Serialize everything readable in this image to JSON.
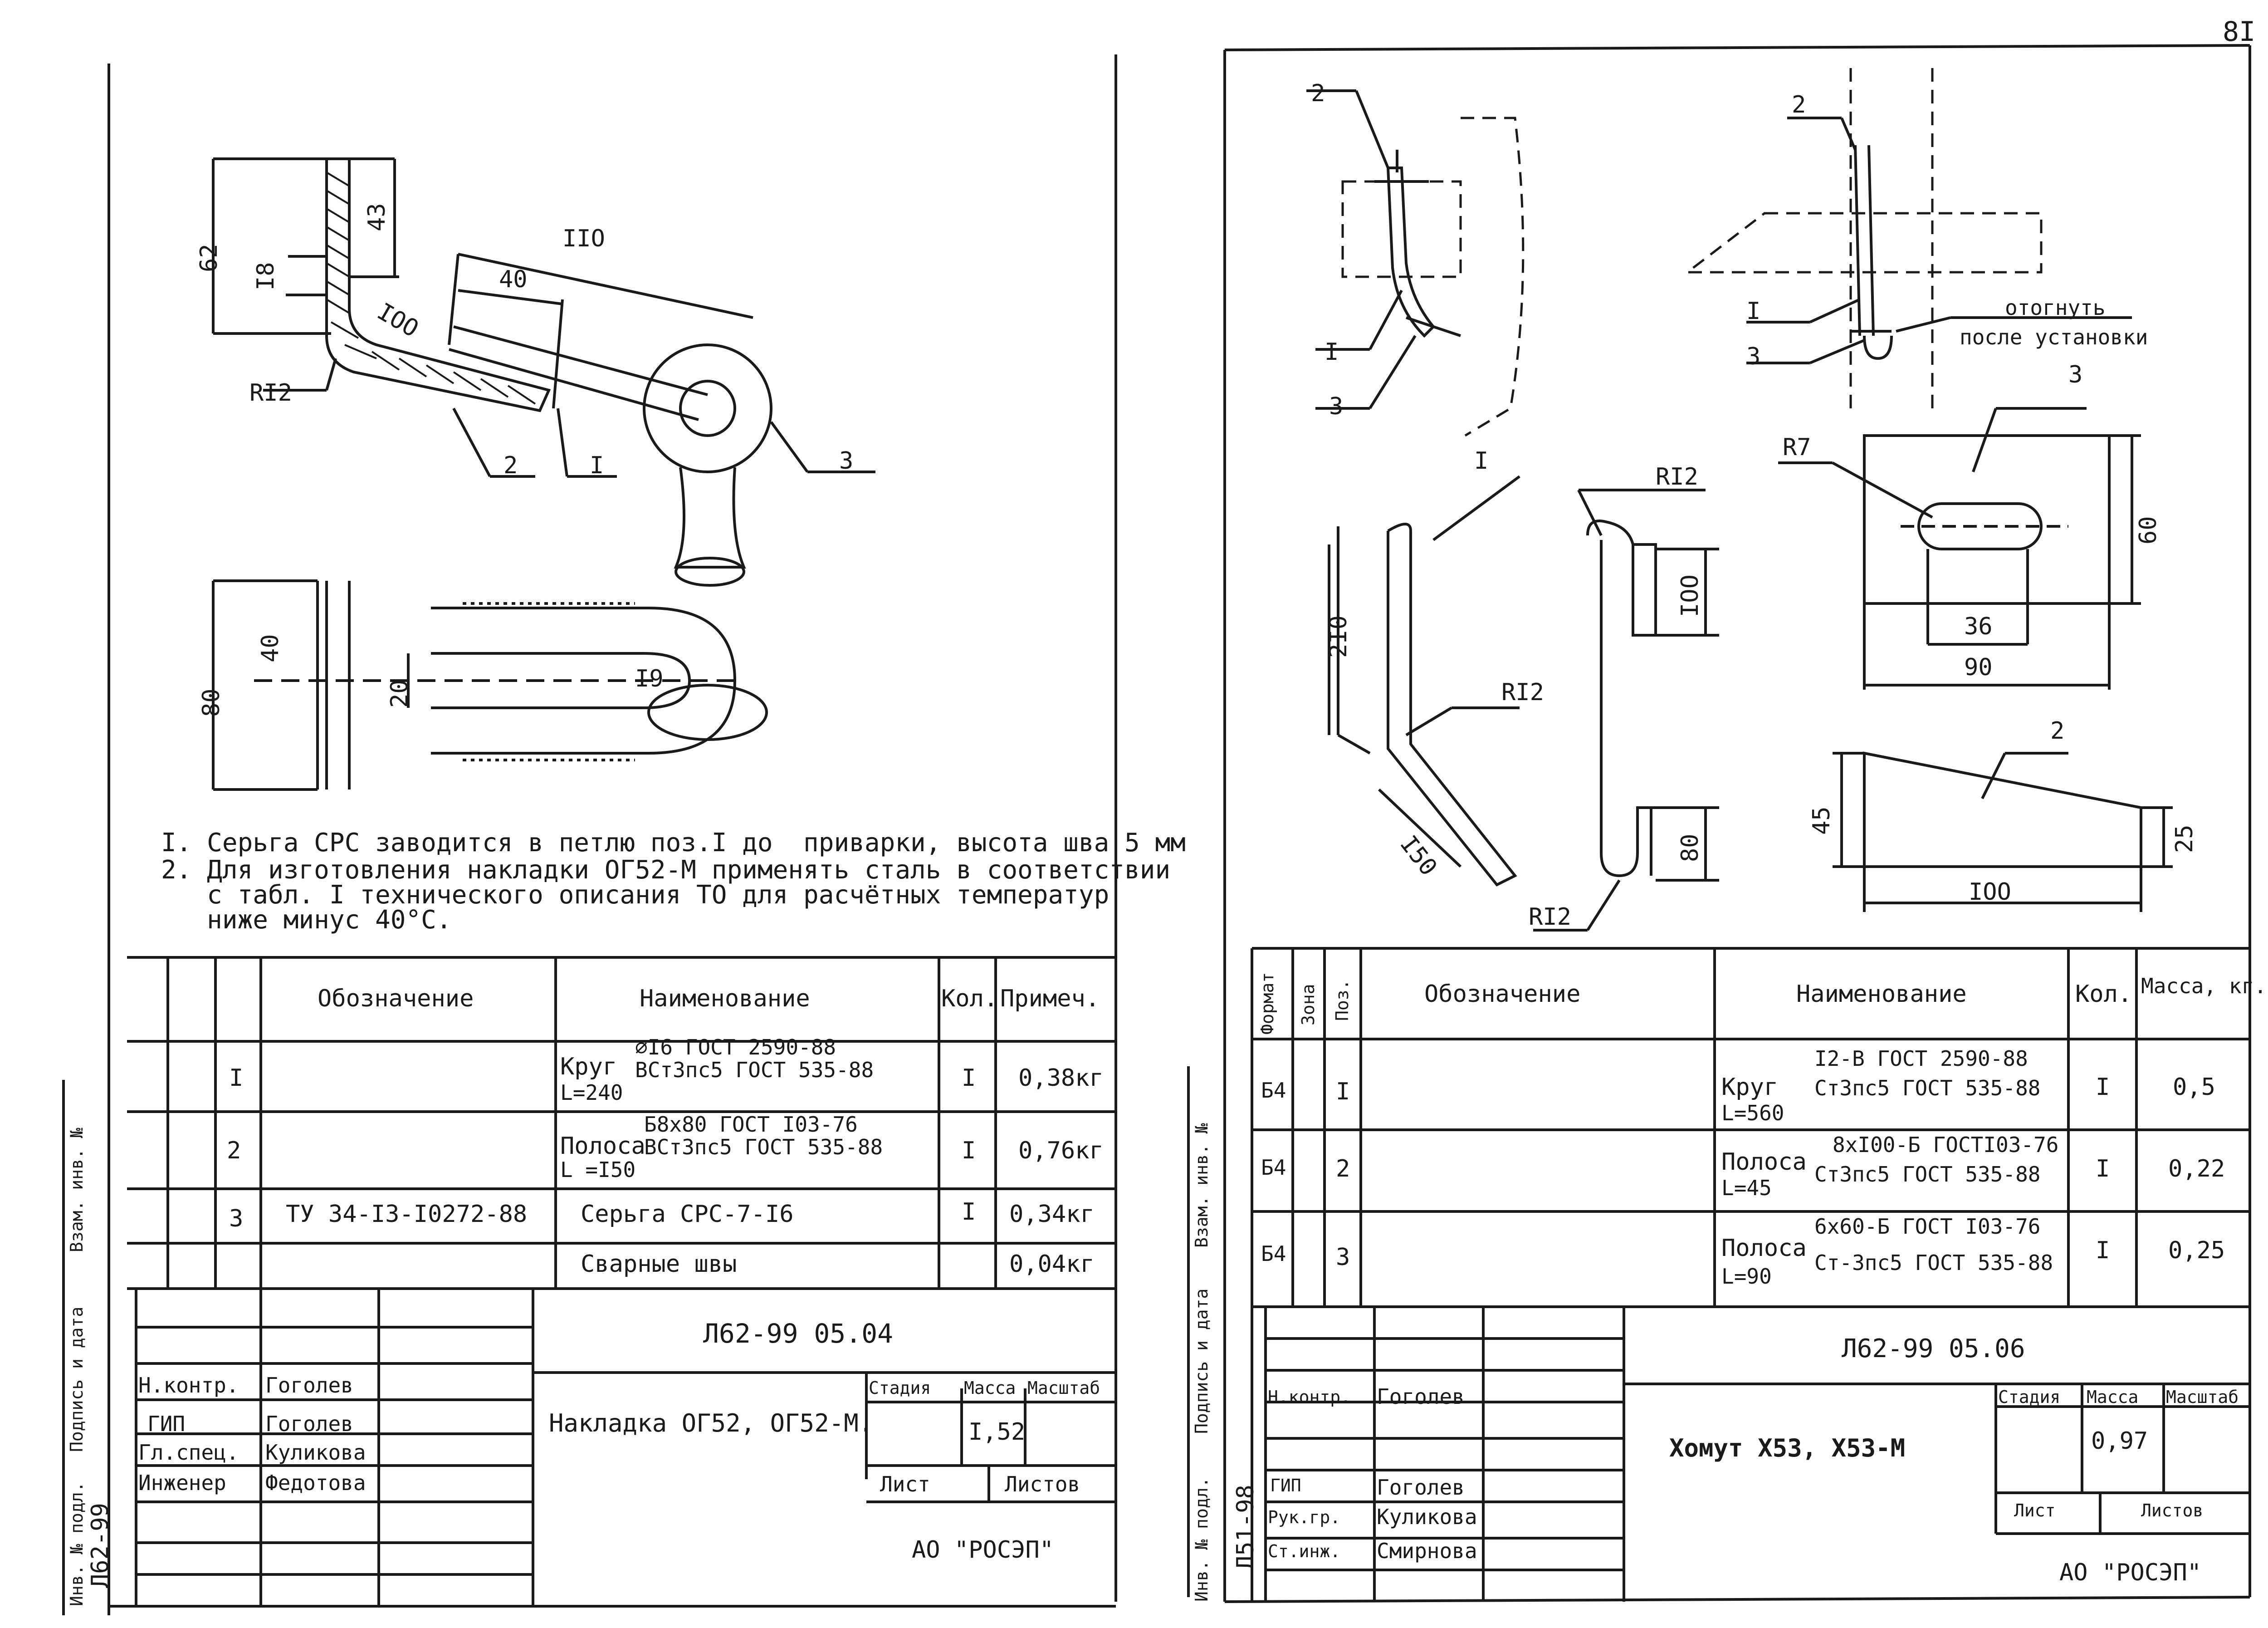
{
  "page_number": "8I",
  "left_sheet": {
    "dims": {
      "d62": "62",
      "d43": "43",
      "d18": "I8",
      "d110": "IIO",
      "d40": "40",
      "d100": "IOO",
      "r12": "RI2",
      "d40b": "40",
      "d80": "80",
      "d20": "20",
      "d19": "I9"
    },
    "callouts": {
      "c2": "2",
      "c1": "I",
      "c3": "3"
    },
    "notes": [
      "I. Серьга СРС заводится в петлю поз.I до  приварки, высота шва 5 мм",
      "2. Для изготовления накладки ОГ52-М применять сталь в соответствии",
      "   с табл. I технического описания ТО для расчётных температур",
      "   ниже минус 40°С."
    ],
    "spec_headers": {
      "designation": "Обозначение",
      "name": "Наименование",
      "qty": "Кол.",
      "note": "Примеч."
    },
    "spec_rows": [
      {
        "pos": "I",
        "designation": "",
        "name": "Круг",
        "name_top": "∅I6 ГОСТ 2590-88",
        "name_bottom": "ВСт3пс5 ГОСТ 535-88",
        "length": "L=240",
        "qty": "I",
        "note": "0,38кг"
      },
      {
        "pos": "2",
        "designation": "",
        "name": "Полоса",
        "name_top": "Б8х80 ГОСТ I03-76",
        "name_bottom": "ВСт3пс5 ГОСТ 535-88",
        "length": "L =I50",
        "qty": "I",
        "note": "0,76кг"
      },
      {
        "pos": "3",
        "designation": "ТУ 34-I3-I0272-88",
        "name": "Серьга СРС-7-I6",
        "name_top": "",
        "name_bottom": "",
        "length": "",
        "qty": "I",
        "note": "0,34кг"
      },
      {
        "pos": "",
        "designation": "",
        "name": "Сварные швы",
        "name_top": "",
        "name_bottom": "",
        "length": "",
        "qty": "",
        "note": "0,04кг"
      }
    ],
    "title_block": {
      "code": "Л62-99 05.04",
      "roles": [
        "Н.контр.",
        "ГИП",
        "Гл.спец.",
        "Инженер"
      ],
      "names": [
        "Гоголев",
        "Гоголев",
        "Куликова",
        "Федотова"
      ],
      "title": "Накладка ОГ52, ОГ52-М.",
      "stage_label": "Стадия",
      "mass_label": "Масса",
      "scale_label": "Масштаб",
      "mass_value": "I,52",
      "sheet_label": "Лист",
      "sheets_label": "Листов",
      "org": "АО \"РОСЭП\""
    },
    "margin_stamps": [
      "Инв. № подл.",
      "Подпись и дата",
      "Взам. инв. №",
      "Л62-99"
    ]
  },
  "right_sheet": {
    "callouts": {
      "a2": "2",
      "a1": "I",
      "a3": "3",
      "b2": "2",
      "b1": "I",
      "b3": "3",
      "bend_note_1": "отогнуть",
      "bend_note_2": "после установки",
      "p1": "I",
      "r12a": "RI2",
      "r12b": "RI2",
      "r12c": "RI2",
      "p3": "3",
      "r7": "R7",
      "p2": "2"
    },
    "dims": {
      "d210": "2I0",
      "d150": "I50",
      "d100v": "IOO",
      "d80": "80",
      "d60": "60",
      "d36": "36",
      "d90": "90",
      "d45": "45",
      "d25": "25",
      "d100h": "IOO"
    },
    "spec_headers": {
      "format": "Формат",
      "zone": "Зона",
      "pos": "Поз.",
      "designation": "Обозначение",
      "name": "Наименование",
      "qty": "Кол.",
      "mass": "Масса, кг."
    },
    "spec_rows": [
      {
        "fmt": "Б4",
        "pos": "I",
        "name": "Круг",
        "name_top": "I2-В ГОСТ 2590-88",
        "name_bottom": "Ст3пс5 ГОСТ 535-88",
        "length": "L=560",
        "qty": "I",
        "mass": "0,5"
      },
      {
        "fmt": "Б4",
        "pos": "2",
        "name": "Полоса",
        "name_top": "8хI00-Б ГОСТI03-76",
        "name_bottom": "Ст3пс5 ГОСТ 535-88",
        "length": "L=45",
        "qty": "I",
        "mass": "0,22"
      },
      {
        "fmt": "Б4",
        "pos": "3",
        "name": "Полоса",
        "name_top": "6х60-Б ГОСТ I03-76",
        "name_bottom": "Ст-3пс5 ГОСТ 535-88",
        "length": "L=90",
        "qty": "I",
        "mass": "0,25"
      }
    ],
    "title_block": {
      "code": "Л62-99 05.06",
      "roles": [
        "Н.контр.",
        "ГИП",
        "Рук.гр.",
        "Ст.инж."
      ],
      "names": [
        "Гоголев",
        "Гоголев",
        "Куликова",
        "Смирнова"
      ],
      "title": "Хомут Х53, Х53-М",
      "stage_label": "Стадия",
      "mass_label": "Масса",
      "scale_label": "Масштаб",
      "mass_value": "0,97",
      "sheet_label": "Лист",
      "sheets_label": "Листов",
      "org": "АО \"РОСЭП\""
    },
    "margin_stamps": [
      "Инв. № подл.",
      "Подпись и дата",
      "Взам. инв. №",
      "Л51-98"
    ]
  }
}
